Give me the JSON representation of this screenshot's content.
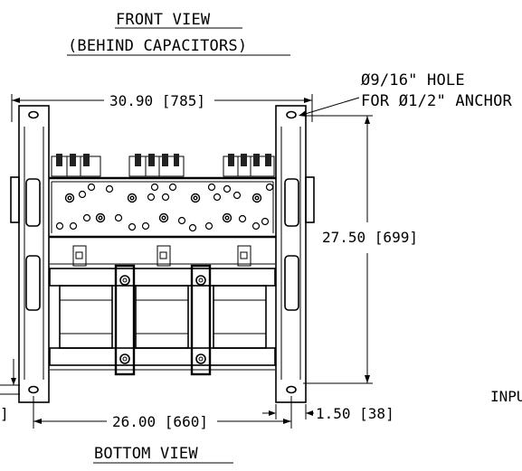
{
  "labels": {
    "front_view": "FRONT VIEW",
    "behind_capacitors": "(BEHIND CAPACITORS)",
    "hole_line1": "Ø9/16\" HOLE",
    "hole_line2": "FOR Ø1/2\" ANCHOR",
    "overall_width": "30.90 [785]",
    "height": "27.50 [699]",
    "hole_spacing": "26.00 [660]",
    "rail_width": "1.50 [38]",
    "bottom_view": "BOTTOM VIEW",
    "left_cut": "]",
    "right_cut": "INPU"
  }
}
